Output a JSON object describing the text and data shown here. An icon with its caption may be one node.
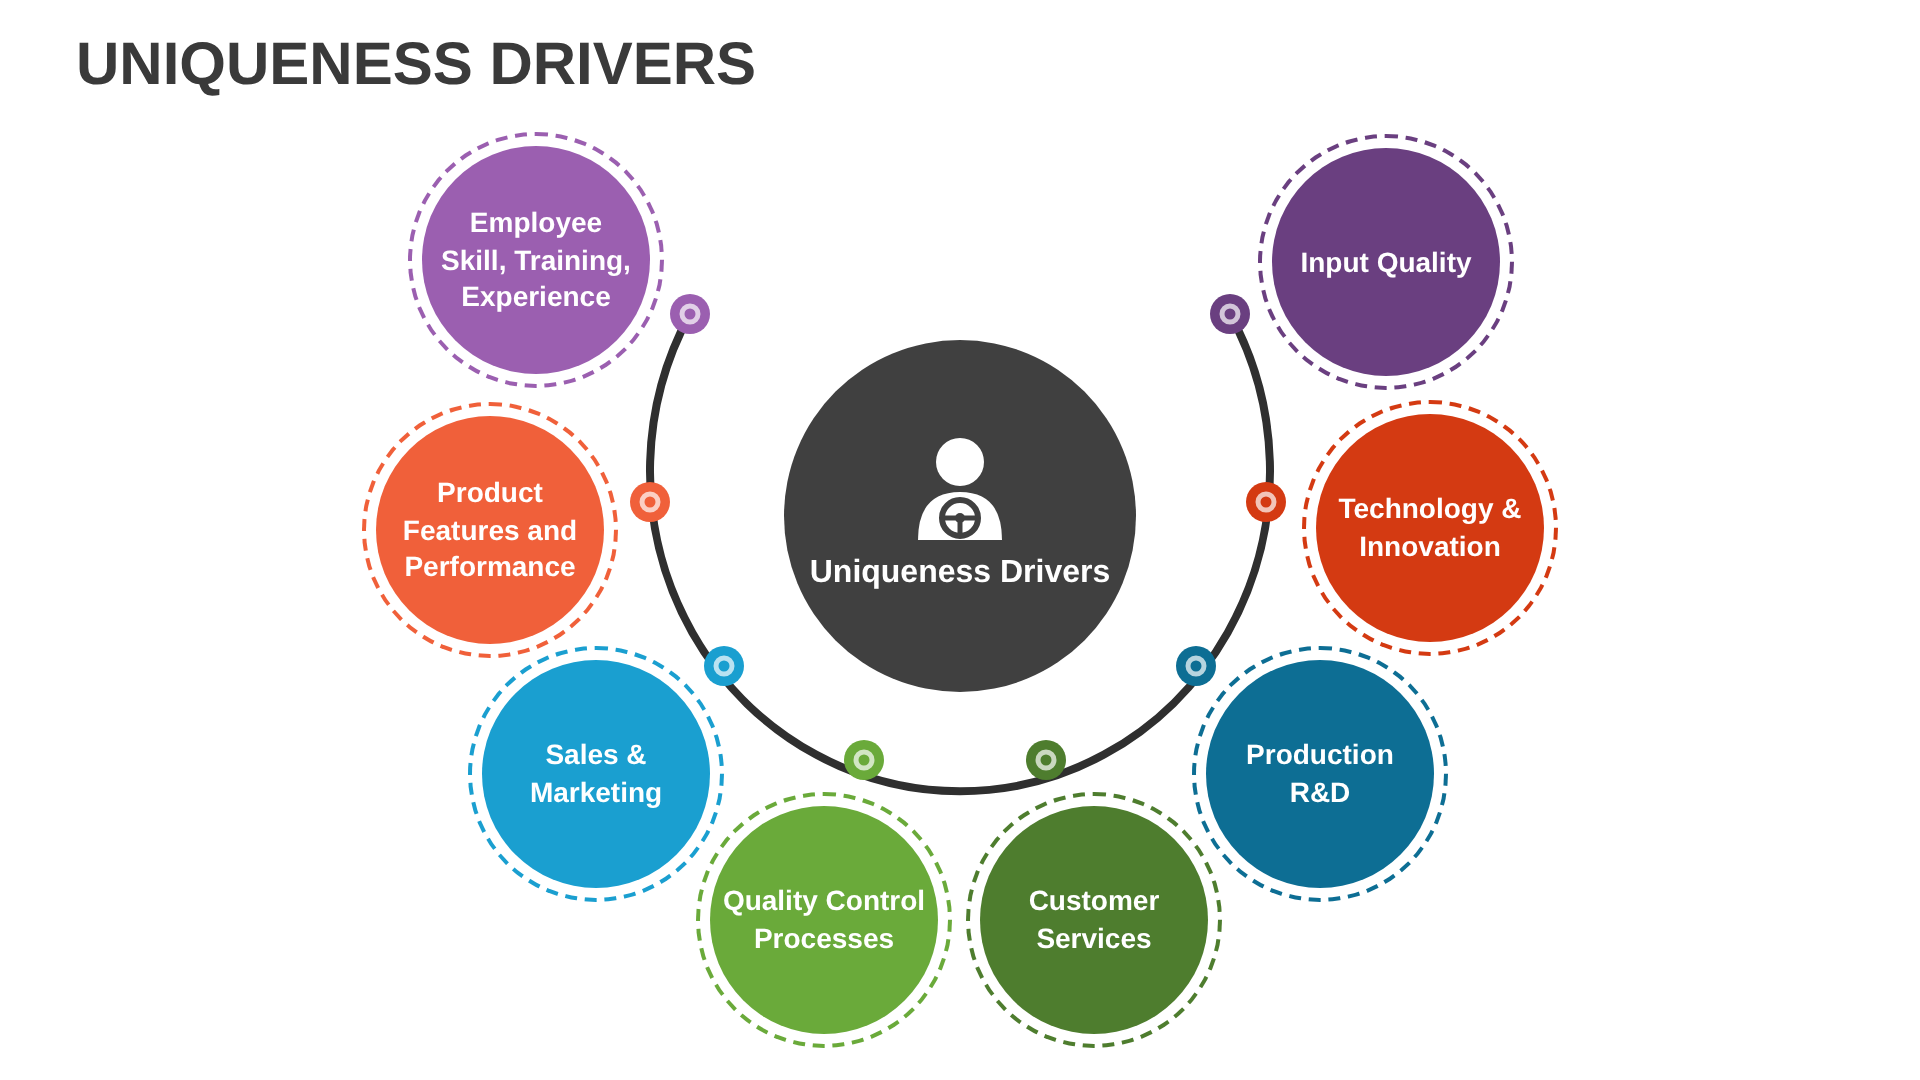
{
  "diagram": {
    "title": "UNIQUENESS DRIVERS",
    "nodes": [
      {
        "text": [
          "Uniqueness Drivers"
        ]
      },
      {
        "text": [
          "Employee Skill, Training, Experience"
        ]
      },
      {
        "text": [
          "Input Quality"
        ]
      },
      {
        "text": [
          "Product Features and Performance"
        ]
      },
      {
        "text": [
          "Technology & Innovation"
        ]
      },
      {
        "text": [
          "Sales & Marketing"
        ]
      },
      {
        "text": [
          "Production R&D"
        ]
      },
      {
        "text": [
          "Quality Control Processes"
        ]
      },
      {
        "text": [
          "Customer Services"
        ]
      }
    ]
  }
}
